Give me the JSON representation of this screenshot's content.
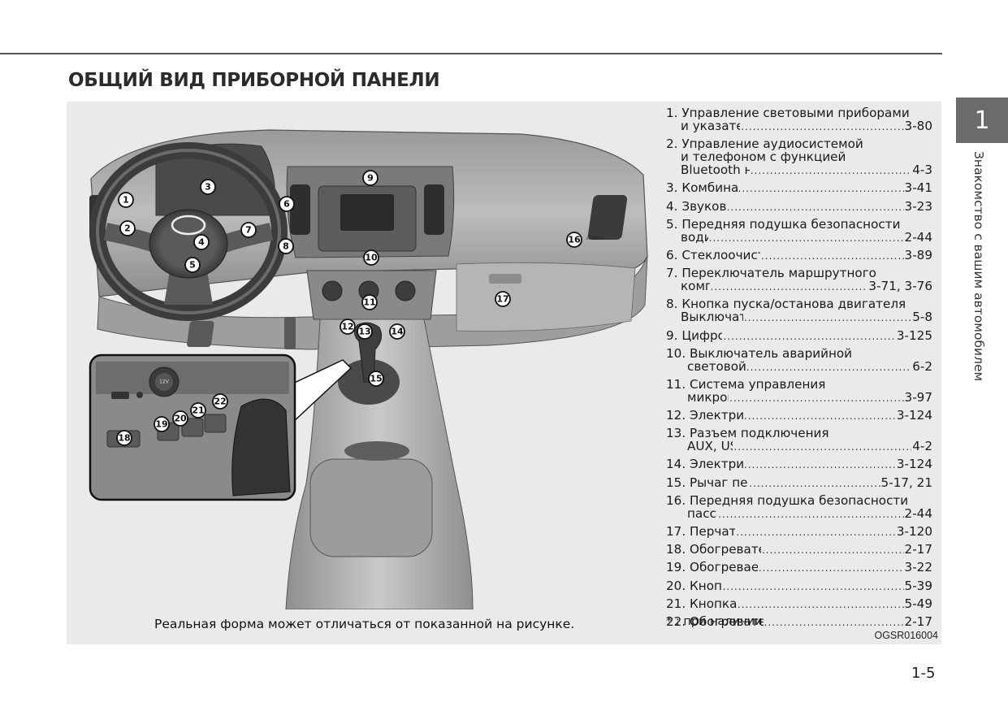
{
  "page": {
    "title": "ОБЩИЙ ВИД ПРИБОРНОЙ ПАНЕЛИ",
    "page_number": "1-5",
    "chapter_number": "1",
    "chapter_title": "Знакомство с вашим автомобилем"
  },
  "figure": {
    "caption": "Реальная форма может отличаться от показанной на рисунке.",
    "code": "OGSR016004",
    "airbag_label": "AIRBAG",
    "socket_label": "12V",
    "callouts": [
      "1",
      "2",
      "3",
      "4",
      "5",
      "6",
      "7",
      "8",
      "9",
      "10",
      "11",
      "12",
      "13",
      "14",
      "15",
      "16",
      "17",
      "18",
      "19",
      "20",
      "21",
      "22"
    ]
  },
  "legend": [
    {
      "num": "1.",
      "lines": [
        "Управление световыми приборами",
        "и указателями поворота"
      ],
      "page": "3-80"
    },
    {
      "num": "2.",
      "lines": [
        "Управление аудиосистемой",
        "и телефоном с функцией",
        "Bluetooth на рулевом колесе"
      ],
      "page": "4-3"
    },
    {
      "num": "3.",
      "lines": [
        "Комбинация приборов"
      ],
      "page": "3-41"
    },
    {
      "num": "4.",
      "lines": [
        "Звуковой сигнал"
      ],
      "page": "3-23"
    },
    {
      "num": "5.",
      "lines": [
        "Передняя подушка безопасности",
        "водителя"
      ],
      "page": "2-44"
    },
    {
      "num": "6.",
      "lines": [
        "Стеклоочиститель/стеклоомыватель"
      ],
      "page": "3-89"
    },
    {
      "num": "7.",
      "lines": [
        "Переключатель маршрутного",
        "компьютера"
      ],
      "page": "3-71, 3-76"
    },
    {
      "num": "8.",
      "lines": [
        "Кнопка пуска/останова двигателя",
        "Выключатель зажигания"
      ],
      "page": "5-8"
    },
    {
      "num": "9.",
      "lines": [
        "Цифровые часы"
      ],
      "page": "3-125"
    },
    {
      "num": "10.",
      "lines": [
        "Выключатель аварийной",
        "световой сигнализации"
      ],
      "page": "6-2"
    },
    {
      "num": "11.",
      "lines": [
        "Система управления",
        "микроклиматом"
      ],
      "page": "3-97"
    },
    {
      "num": "12.",
      "lines": [
        "Электрическая розетка"
      ],
      "page": "3-124"
    },
    {
      "num": "13.",
      "lines": [
        "Разъем подключения",
        "AUX, USB и iPod®"
      ],
      "page": "4-2"
    },
    {
      "num": "14.",
      "lines": [
        "Электрическая розетка"
      ],
      "page": "3-124"
    },
    {
      "num": "15.",
      "lines": [
        "Рычаг переключения передач"
      ],
      "page": "5-17, 21"
    },
    {
      "num": "16.",
      "lines": [
        "Передняя подушка безопасности",
        "пассажира"
      ],
      "page": "2-44"
    },
    {
      "num": "17.",
      "lines": [
        "Перчаточный ящик"
      ],
      "page": "3-120"
    },
    {
      "num": "18.",
      "lines": [
        "Обогреватель сиденья водителя*"
      ],
      "page": "2-17"
    },
    {
      "num": "19.",
      "lines": [
        "Обогреваемое рулевое колесо*"
      ],
      "page": "3-22"
    },
    {
      "num": "20.",
      "lines": [
        "Кнопка DBC"
      ],
      "page": "5-39"
    },
    {
      "num": "21.",
      "lines": [
        "Кнопка 4WD LOCK*"
      ],
      "page": "5-49"
    },
    {
      "num": "22.",
      "lines": [
        "Обогреватель сиденья пассажира*"
      ],
      "page": "2-17"
    }
  ],
  "footnote": "* : при наличии",
  "colors": {
    "panel_bg": "#eaeaea",
    "chapter_tab": "#6b6b6b",
    "rule": "#555555"
  }
}
